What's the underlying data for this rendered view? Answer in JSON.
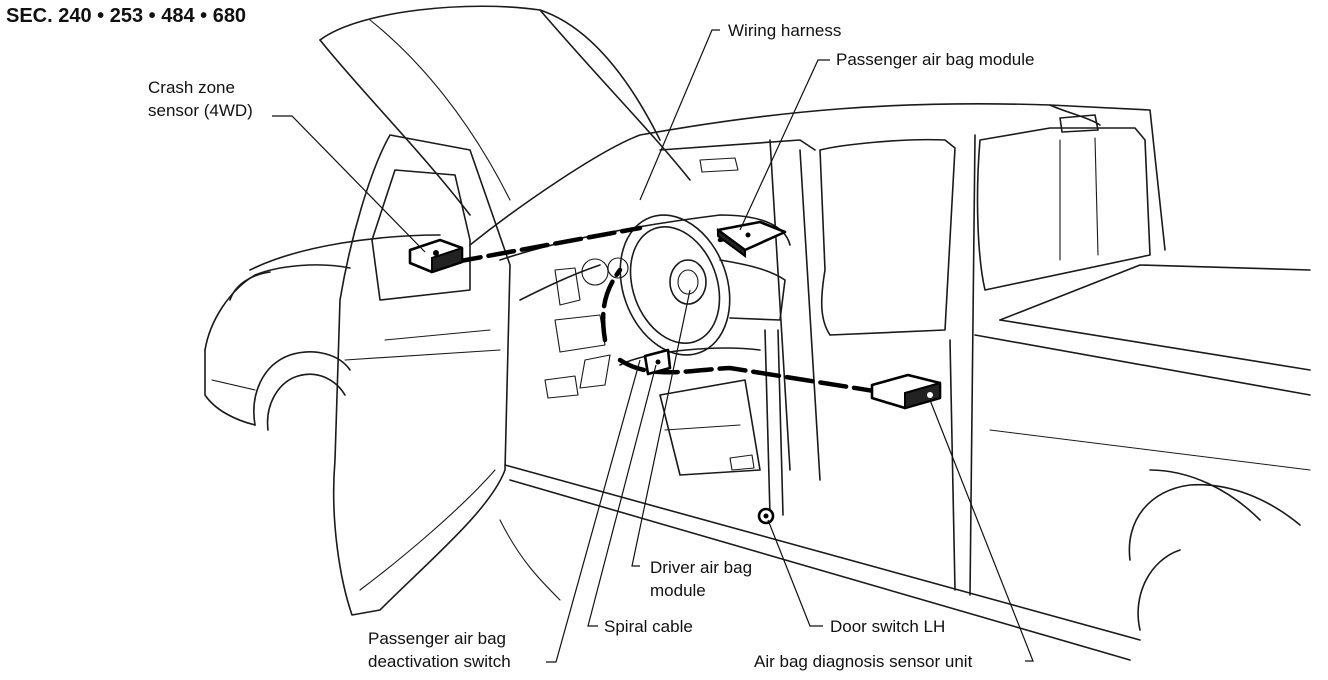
{
  "header": {
    "section_codes": "SEC. 240 • 253 • 484 • 680"
  },
  "labels": {
    "wiring_harness": "Wiring harness",
    "passenger_air_bag_module": "Passenger air bag module",
    "crash_zone_sensor": [
      "Crash zone",
      "sensor (4WD)"
    ],
    "driver_air_bag_module": [
      "Driver air bag",
      "module"
    ],
    "spiral_cable": "Spiral cable",
    "door_switch_lh": "Door switch LH",
    "passenger_deactivation_switch": [
      "Passenger air bag",
      "deactivation switch"
    ],
    "diagnosis_sensor_unit": "Air bag diagnosis sensor unit"
  }
}
